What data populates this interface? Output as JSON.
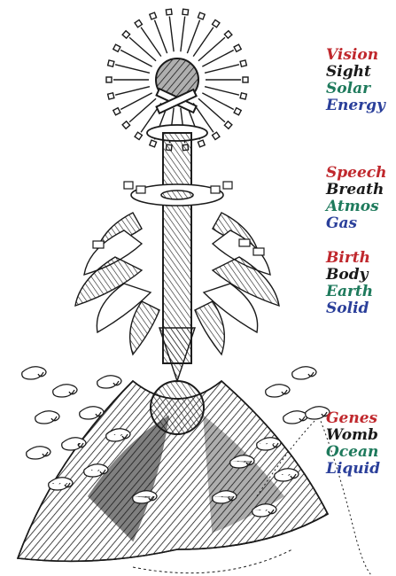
{
  "colors": {
    "red": "#c0282d",
    "black": "#1a1a1a",
    "green": "#1e7a5c",
    "blue": "#2a3f9a",
    "ink": "#1a1a1a"
  },
  "labels": [
    {
      "items": [
        "Vision",
        "Sight",
        "Solar",
        "Energy"
      ]
    },
    {
      "items": [
        "Speech",
        "Breath",
        "Atmos",
        "Gas"
      ]
    },
    {
      "items": [
        "Birth",
        "Body",
        "Earth",
        "Solid"
      ]
    },
    {
      "items": [
        "Genes",
        "Womb",
        "Ocean",
        "Liquid"
      ]
    }
  ]
}
